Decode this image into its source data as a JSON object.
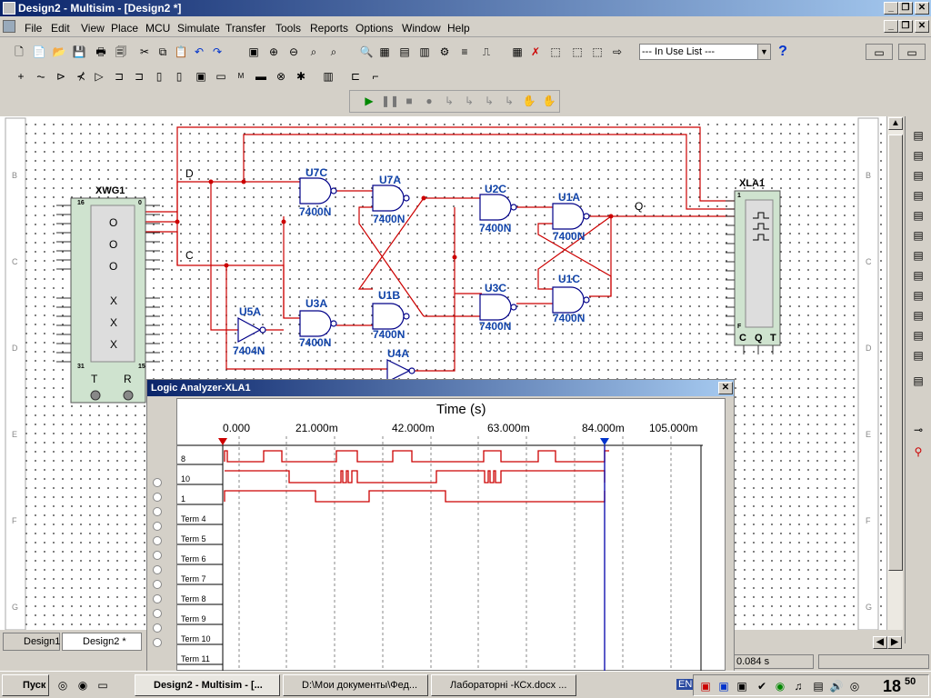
{
  "window": {
    "title": "Design2 - Multisim - [Design2 *]"
  },
  "menu": [
    "File",
    "Edit",
    "View",
    "Place",
    "MCU",
    "Simulate",
    "Transfer",
    "Tools",
    "Reports",
    "Options",
    "Window",
    "Help"
  ],
  "toolbar": {
    "in_use_list": "--- In Use List ---"
  },
  "schematic": {
    "labels": {
      "xwg": "XWG1",
      "xla": "XLA1",
      "u7c": "U7C",
      "u7a": "U7A",
      "u2c": "U2C",
      "u1a": "U1A",
      "u3a": "U3A",
      "u1b": "U1B",
      "u3c": "U3C",
      "u1c": "U1C",
      "u5a": "U5A",
      "u4a": "U4A",
      "n7400": "7400N",
      "n7404": "7404N",
      "d": "D",
      "c": "C",
      "q": "Q",
      "o": "O",
      "x": "X",
      "t": "T",
      "r": "R",
      "p16": "16",
      "p0": "0",
      "p31": "31",
      "p15": "15",
      "pin1": "1",
      "pinf": "F",
      "c_lbl": "C",
      "q_lbl": "Q",
      "t_lbl": "T"
    },
    "border_letters": [
      "B",
      "C",
      "D",
      "E",
      "F",
      "G"
    ]
  },
  "logic_analyzer": {
    "title": "Logic Analyzer-XLA1",
    "axis_title": "Time (s)",
    "ticks": [
      "0.000",
      "21.000m",
      "42.000m",
      "63.000m",
      "84.000m",
      "105.000m"
    ],
    "channels": [
      "8",
      "10",
      "1",
      "Term 4",
      "Term 5",
      "Term 6",
      "Term 7",
      "Term 8",
      "Term 9",
      "Term 10",
      "Term 11"
    ]
  },
  "tabs": [
    "Design1",
    "Design2 *"
  ],
  "status": {
    "time": "0.084 s"
  },
  "taskbar": {
    "start": "Пуск",
    "tasks": [
      "Design2 - Multisim - [...",
      "D:\\Мои документы\\Фед...",
      "Лабораторні -КСх.docx ..."
    ],
    "lang": "EN",
    "clock": "18:50",
    "clock_hour": "18",
    "clock_min": "50"
  }
}
